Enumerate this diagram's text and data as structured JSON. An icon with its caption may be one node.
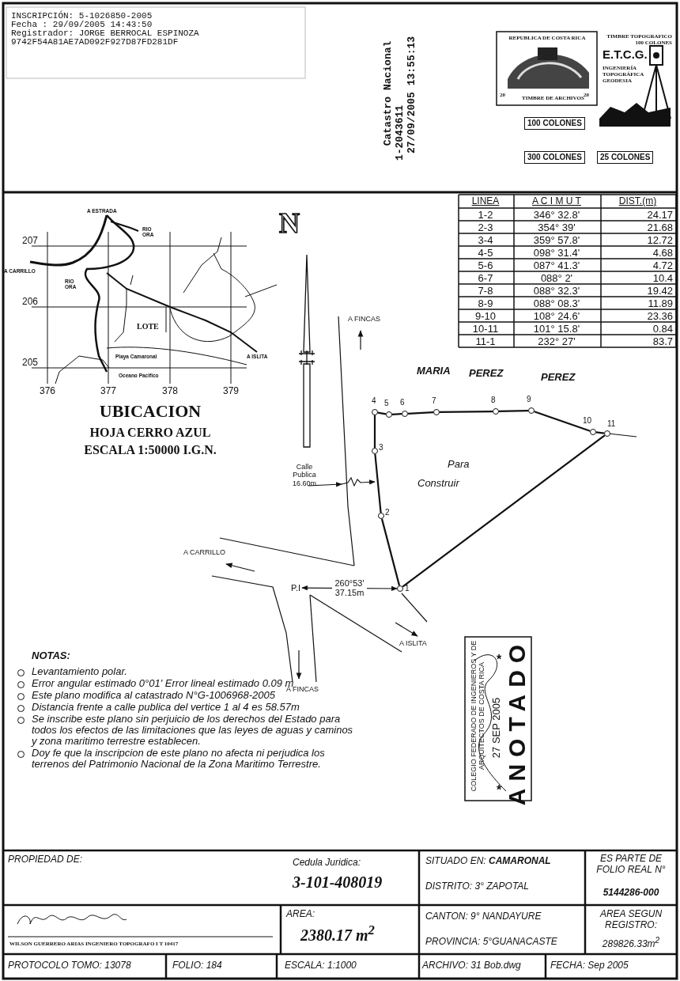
{
  "diagram": {
    "nodes": [
      {
        "text": [],
        "shape": "circle",
        "beside": [
          "1"
        ]
      },
      {
        "text": [],
        "shape": "circle",
        "beside": [
          "2"
        ]
      },
      {
        "text": [],
        "shape": "circle",
        "beside": [
          "3"
        ]
      },
      {
        "text": [],
        "shape": "circle",
        "beside": [
          "4"
        ]
      },
      {
        "text": [],
        "shape": "circle",
        "beside": [
          "5"
        ]
      },
      {
        "text": [],
        "shape": "circle",
        "beside": [
          "6"
        ]
      },
      {
        "text": [],
        "shape": "circle",
        "beside": [
          "7"
        ]
      },
      {
        "text": [],
        "shape": "circle",
        "beside": [
          "8"
        ]
      },
      {
        "text": [],
        "shape": "circle",
        "beside": [
          "9"
        ]
      },
      {
        "text": [],
        "shape": "circle",
        "beside": [
          "10"
        ]
      },
      {
        "text": [],
        "shape": "circle",
        "beside": [
          "11"
        ]
      },
      {
        "text": [
          "P.I"
        ]
      }
    ],
    "edges": [
      {
        "from": 0,
        "to": 1,
        "arrow": "none"
      },
      {
        "from": 1,
        "to": 2,
        "arrow": "none"
      },
      {
        "from": 2,
        "to": 3,
        "arrow": "none"
      },
      {
        "from": 3,
        "to": 4,
        "arrow": "none"
      },
      {
        "from": 4,
        "to": 5,
        "arrow": "none"
      },
      {
        "from": 5,
        "to": 6,
        "arrow": "none"
      },
      {
        "from": 6,
        "to": 7,
        "arrow": "none"
      },
      {
        "from": 7,
        "to": 8,
        "arrow": "none"
      },
      {
        "from": 8,
        "to": 9,
        "arrow": "none"
      },
      {
        "from": 9,
        "to": 10,
        "arrow": "none"
      },
      {
        "from": 10,
        "to": 0,
        "arrow": "none"
      },
      {
        "from": 11,
        "to": 0,
        "arrow": "both",
        "label": "260°53' 37.15m"
      }
    ],
    "labels": [
      "INSCRIPCIÓN: 5-1026850-2005",
      "Fecha : 29/09/2005 14:43:50",
      "Registrador: JORGE BERROCAL ESPINOZA",
      "9742F54A81AE7AD092F927D87FD281DF",
      "Catastro Nacional",
      "1-2043611",
      "27/09/2005 13:55:13",
      "REPUBLICA DE COSTA RICA",
      "20",
      "TIMBRE DE ARCHIVOS",
      "20",
      "TIMBRE TOPOGRAFICO 100 COLONES",
      "E.T.C.G.",
      "INGENIERÍA TOPOGRÁFICA GEODESIA",
      "100 COLONES",
      "300 COLONES",
      "25 COLONES",
      "A ESTRADA",
      "207",
      "RIO ORA",
      "A CARRILLO",
      "RIO ORA",
      "206",
      "LOTE",
      "A ISLITA",
      "205",
      "Playa Camaronal",
      "Oceano Pacifico",
      "376",
      "377",
      "378",
      "379",
      "UBICACION",
      "HOJA CERRO AZUL",
      "ESCALA 1:50000 I.G.N.",
      "N",
      "LINEA",
      "A C I M U T",
      "DIST.(m)",
      "1-2",
      "346° 32.8'",
      "24.17",
      "2-3",
      "354° 39'",
      "21.68",
      "3-4",
      "359° 57.8'",
      "12.72",
      "4-5",
      "098° 31.4'",
      "4.68",
      "5-6",
      "087° 41.3'",
      "4.72",
      "6-7",
      "088° 2'",
      "10.4",
      "7-8",
      "088° 32.3'",
      "19.42",
      "8-9",
      "088° 08.3'",
      "11.89",
      "9-10",
      "108° 24.6'",
      "23.36",
      "10-11",
      "101° 15.8'",
      "0.84",
      "11-1",
      "232° 27'",
      "83.7",
      "A FINCAS",
      "MARIA",
      "PEREZ",
      "PEREZ",
      "Para",
      "Construir",
      "Calle Publica 16.60m",
      "A CARRILLO",
      "A ISLITA",
      "A FINCAS",
      "NOTAS:",
      "Levantamiento polar.",
      "Error angular estimado 0°01' Error lineal estimado 0.09 m",
      "Este plano modifica al catastrado N°G-1006968-2005",
      "Distancia frente a calle publica del vertice 1 al 4 es 58.57m",
      "Se inscribe este plano sin perjuicio de los derechos del Estado para todos los efectos de las limitaciones que las leyes de aguas y caminos y zona maritimo terrestre establecen.",
      "Doy fe que la inscripcion de este plano no afecta ni perjudica los terrenos del Patrimonio Nacional de la Zona Maritimo Terrestre.",
      "COLEGIO FEDERADO DE INGENIEROS Y DE ARQUITECTOS DE COSTA RICA",
      "27 SEP 2005",
      "ANOTADO",
      "*",
      "*",
      "PROPIEDAD DE:",
      "Cedula Juridica:",
      "3-101-408019",
      "SITUADO EN: **CAMARONAL**",
      "ES PARTE DE FOLIO REAL N°",
      "DISTRITO: 3° ZAPOTAL",
      "5144286-000",
      "WILSON GUERRERO ARIAS INGENIERO TOPOGRAFO I T 10417",
      "AREA:",
      "2380.17 m$^{2}$",
      "CANTON: 9° NANDAYURE",
      "AREA SEGUN REGISTRO:",
      "289826.33m$^{2}$",
      "PROVINCIA: 5°GUANACASTE",
      "PROTOCOLO TOMO: 13078",
      "FOLIO: 184",
      "ESCALA: 1:1000",
      "ARCHIVO: 31 Bob.dwg",
      "FECHA: Sep 2005"
    ]
  }
}
